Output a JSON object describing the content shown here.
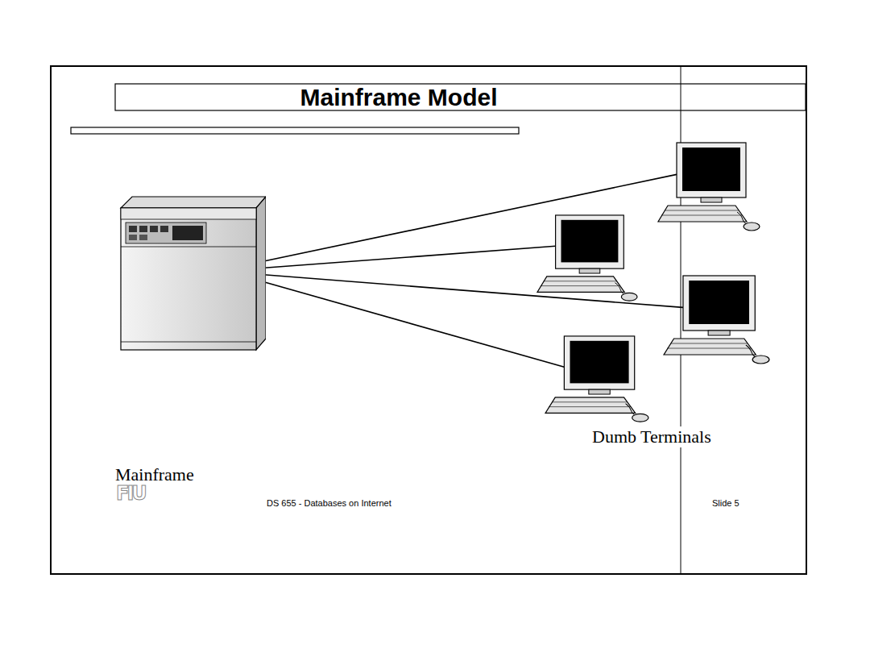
{
  "diagram": {
    "title": "Mainframe Model",
    "nodes": [
      {
        "text": [
          "Mainframe"
        ]
      },
      {
        "text": []
      },
      {
        "text": []
      },
      {
        "text": []
      },
      {
        "text": []
      }
    ],
    "edges": [
      {
        "from": 0,
        "to": 1,
        "arrow": "none"
      },
      {
        "from": 0,
        "to": 2,
        "arrow": "none"
      },
      {
        "from": 0,
        "to": 3,
        "arrow": "none"
      },
      {
        "from": 0,
        "to": 4,
        "arrow": "none"
      }
    ],
    "labels": [
      "Dumb Terminals",
      "FIU",
      "DS 655 - Databases on Internet",
      "Slide 5"
    ]
  }
}
